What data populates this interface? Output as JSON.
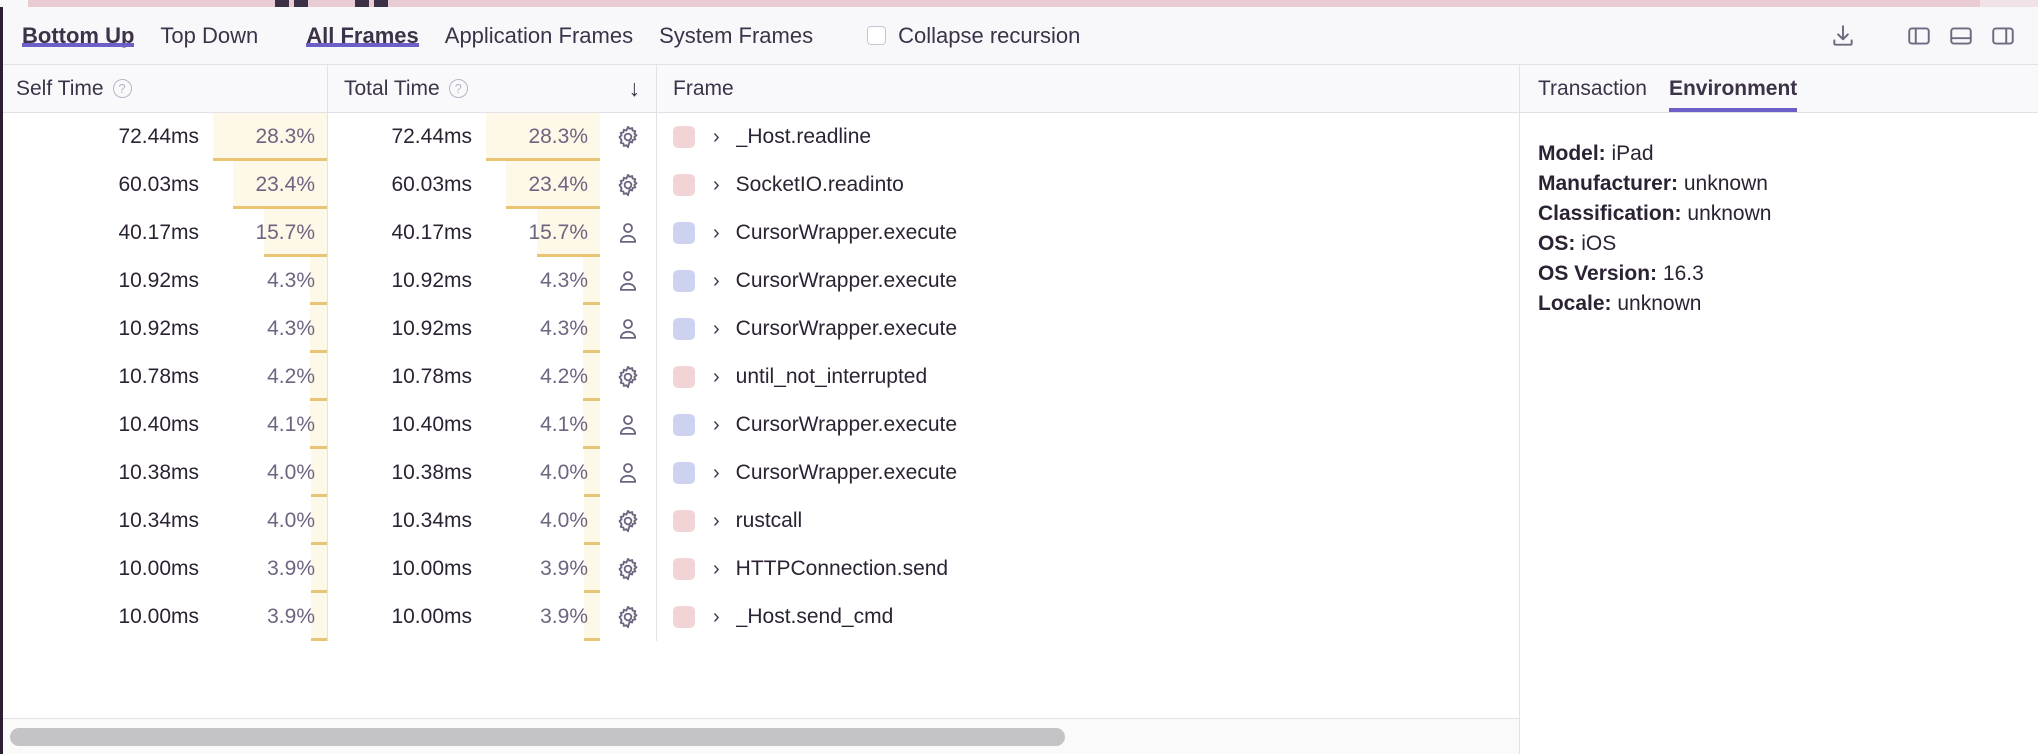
{
  "flame_strip": {
    "label": "partial-flamegraph-minimap",
    "band_color": "#e9ccd2",
    "block_color": "#3b3147"
  },
  "toolbar": {
    "tabs": [
      {
        "label": "Bottom Up",
        "active": true
      },
      {
        "label": "Top Down",
        "active": false
      },
      {
        "label": "All Frames",
        "active": true
      },
      {
        "label": "Application Frames",
        "active": false
      },
      {
        "label": "System Frames",
        "active": false
      }
    ],
    "collapse_recursion": {
      "label": "Collapse recursion",
      "checked": false
    },
    "icons": [
      {
        "name": "download-icon"
      },
      {
        "name": "panel-left-icon"
      },
      {
        "name": "panel-bottom-icon"
      },
      {
        "name": "panel-right-icon"
      }
    ]
  },
  "table": {
    "columns": {
      "self_time": "Self Time",
      "total_time": "Total Time",
      "frame": "Frame",
      "sort_indicator": "↓",
      "info_glyph": "?"
    },
    "rows": [
      {
        "self_ms": "72.44ms",
        "self_pct": "28.3%",
        "self_pct_value": 28.3,
        "total_ms": "72.44ms",
        "total_pct": "28.3%",
        "total_pct_value": 28.3,
        "frame_type": "system",
        "frame_icon": "gear-icon",
        "frame": "_Host.readline"
      },
      {
        "self_ms": "60.03ms",
        "self_pct": "23.4%",
        "self_pct_value": 23.4,
        "total_ms": "60.03ms",
        "total_pct": "23.4%",
        "total_pct_value": 23.4,
        "frame_type": "system",
        "frame_icon": "gear-icon",
        "frame": "SocketIO.readinto"
      },
      {
        "self_ms": "40.17ms",
        "self_pct": "15.7%",
        "self_pct_value": 15.7,
        "total_ms": "40.17ms",
        "total_pct": "15.7%",
        "total_pct_value": 15.7,
        "frame_type": "app",
        "frame_icon": "person-icon",
        "frame": "CursorWrapper.execute"
      },
      {
        "self_ms": "10.92ms",
        "self_pct": "4.3%",
        "self_pct_value": 4.3,
        "total_ms": "10.92ms",
        "total_pct": "4.3%",
        "total_pct_value": 4.3,
        "frame_type": "app",
        "frame_icon": "person-icon",
        "frame": "CursorWrapper.execute"
      },
      {
        "self_ms": "10.92ms",
        "self_pct": "4.3%",
        "self_pct_value": 4.3,
        "total_ms": "10.92ms",
        "total_pct": "4.3%",
        "total_pct_value": 4.3,
        "frame_type": "app",
        "frame_icon": "person-icon",
        "frame": "CursorWrapper.execute"
      },
      {
        "self_ms": "10.78ms",
        "self_pct": "4.2%",
        "self_pct_value": 4.2,
        "total_ms": "10.78ms",
        "total_pct": "4.2%",
        "total_pct_value": 4.2,
        "frame_type": "system",
        "frame_icon": "gear-icon",
        "frame": "until_not_interrupted"
      },
      {
        "self_ms": "10.40ms",
        "self_pct": "4.1%",
        "self_pct_value": 4.1,
        "total_ms": "10.40ms",
        "total_pct": "4.1%",
        "total_pct_value": 4.1,
        "frame_type": "app",
        "frame_icon": "person-icon",
        "frame": "CursorWrapper.execute"
      },
      {
        "self_ms": "10.38ms",
        "self_pct": "4.0%",
        "self_pct_value": 4.0,
        "total_ms": "10.38ms",
        "total_pct": "4.0%",
        "total_pct_value": 4.0,
        "frame_type": "app",
        "frame_icon": "person-icon",
        "frame": "CursorWrapper.execute"
      },
      {
        "self_ms": "10.34ms",
        "self_pct": "4.0%",
        "self_pct_value": 4.0,
        "total_ms": "10.34ms",
        "total_pct": "4.0%",
        "total_pct_value": 4.0,
        "frame_type": "system",
        "frame_icon": "gear-icon",
        "frame": "rustcall"
      },
      {
        "self_ms": "10.00ms",
        "self_pct": "3.9%",
        "self_pct_value": 3.9,
        "total_ms": "10.00ms",
        "total_pct": "3.9%",
        "total_pct_value": 3.9,
        "frame_type": "system",
        "frame_icon": "gear-icon",
        "frame": "HTTPConnection.send"
      },
      {
        "self_ms": "10.00ms",
        "self_pct": "3.9%",
        "self_pct_value": 3.9,
        "total_ms": "10.00ms",
        "total_pct": "3.9%",
        "total_pct_value": 3.9,
        "frame_type": "system",
        "frame_icon": "gear-icon",
        "frame": "_Host.send_cmd"
      }
    ],
    "expand_chevron": "›"
  },
  "side_panel": {
    "tabs": [
      {
        "label": "Transaction",
        "active": false
      },
      {
        "label": "Environment",
        "active": true
      }
    ],
    "environment": [
      {
        "key": "Model:",
        "value": "iPad"
      },
      {
        "key": "Manufacturer:",
        "value": "unknown"
      },
      {
        "key": "Classification:",
        "value": "unknown"
      },
      {
        "key": "OS:",
        "value": "iOS"
      },
      {
        "key": "OS Version:",
        "value": "16.3"
      },
      {
        "key": "Locale:",
        "value": "unknown"
      }
    ]
  },
  "scrollbar": {
    "name": "horizontal-scrollbar",
    "thumb_fraction": 0.7
  },
  "colors": {
    "accent": "#6c5fc7",
    "pct_bar_fill": "#fdf8e7",
    "pct_bar_line": "#e8c474",
    "system_swatch": "#f2d3d6",
    "app_swatch": "#ccd2ef"
  }
}
